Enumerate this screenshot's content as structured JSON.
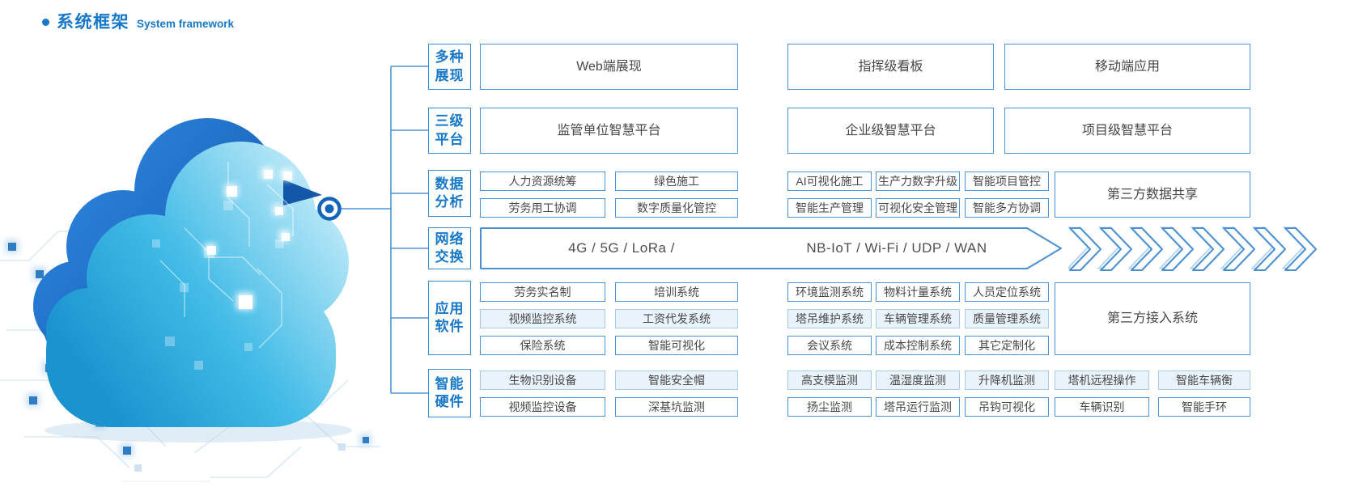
{
  "header": {
    "title_zh": "系统框架",
    "title_en": "System framework"
  },
  "colors": {
    "accent_blue": "#1878c8",
    "box_border_blue": "#4f94d4",
    "box_text_gray": "#474747",
    "tint_fill": "#e9f3fb",
    "cloud_dark_blue": "#0b4fa6",
    "cloud_cyan": "#44bce7"
  },
  "icons": {
    "bullet": "bullet-dot-icon",
    "connector": "bullseye-icon",
    "flow": "chevron-right-icon"
  },
  "categories": [
    {
      "id": "multi-display",
      "label_lines": [
        "多种",
        "展现"
      ],
      "boxes": [
        "Web端展现",
        "指挥级看板",
        "移动端应用"
      ]
    },
    {
      "id": "three-level-platform",
      "label_lines": [
        "三级",
        "平台"
      ],
      "boxes": [
        "监管单位智慧平台",
        "企业级智慧平台",
        "项目级智慧平台"
      ]
    },
    {
      "id": "data-analysis",
      "label_lines": [
        "数据",
        "分析"
      ],
      "left_rows": [
        [
          "人力资源统筹",
          "绿色施工"
        ],
        [
          "劳务用工协调",
          "数字质量化管控"
        ]
      ],
      "right_rows": [
        [
          "AI可视化施工",
          "生产力数字升级",
          "智能项目管控"
        ],
        [
          "智能生产管理",
          "可视化安全管理",
          "智能多方协调"
        ]
      ],
      "side": "第三方数据共享"
    },
    {
      "id": "network-exchange",
      "label_lines": [
        "网络",
        "交换"
      ],
      "text_left": "4G / 5G / LoRa /",
      "text_right": "NB-IoT / Wi-Fi / UDP / WAN",
      "chevron_count": 8
    },
    {
      "id": "application-software",
      "label_lines": [
        "应用",
        "软件"
      ],
      "left_rows": [
        [
          "劳务实名制",
          "培训系统"
        ],
        [
          "视频监控系统",
          "工资代发系统"
        ],
        [
          "保险系统",
          "智能可视化"
        ]
      ],
      "right_rows": [
        [
          "环境监测系统",
          "物料计量系统",
          "人员定位系统"
        ],
        [
          "塔吊维护系统",
          "车辆管理系统",
          "质量管理系统"
        ],
        [
          "会议系统",
          "成本控制系统",
          "其它定制化"
        ]
      ],
      "side": "第三方接入系统"
    },
    {
      "id": "smart-hardware",
      "label_lines": [
        "智能",
        "硬件"
      ],
      "left_rows": [
        [
          "生物识别设备",
          "智能安全帽"
        ],
        [
          "视频监控设备",
          "深基坑监测"
        ]
      ],
      "right_rows": [
        [
          "高支模监测",
          "温湿度监测",
          "升降机监测",
          "塔机远程操作",
          "智能车辆衡"
        ],
        [
          "扬尘监测",
          "塔吊运行监测",
          "吊钩可视化",
          "车辆识别",
          "智能手环"
        ]
      ]
    }
  ]
}
